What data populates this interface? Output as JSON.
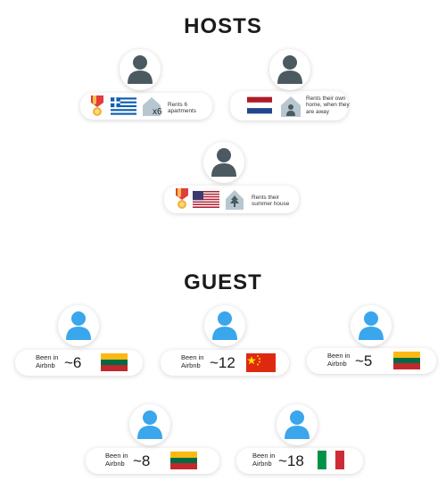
{
  "hosts": {
    "title": "HOSTS",
    "items": [
      {
        "rent_text": "Rents 6 apartments",
        "count": "x6",
        "flag": "greece"
      },
      {
        "rent_text": "Rents their own home, when they are away",
        "flag": "netherlands"
      },
      {
        "rent_text": "Rents their summer house",
        "flag": "usa"
      }
    ]
  },
  "guests": {
    "title": "GUEST",
    "items": [
      {
        "label": "Been in Airbnb",
        "count": "~6",
        "flag": "lithuania"
      },
      {
        "label": "Been in Airbnb",
        "count": "~12",
        "flag": "china"
      },
      {
        "label": "Been in Airbnb",
        "count": "~5",
        "flag": "lithuania"
      },
      {
        "label": "Been in Airbnb",
        "count": "~8",
        "flag": "lithuania"
      },
      {
        "label": "Been in Airbnb",
        "count": "~18",
        "flag": "italy"
      }
    ]
  },
  "colors": {
    "host_avatar": "#4b5a60",
    "guest_avatar": "#3aa6ec",
    "house_icon": "#b6c7cf"
  }
}
